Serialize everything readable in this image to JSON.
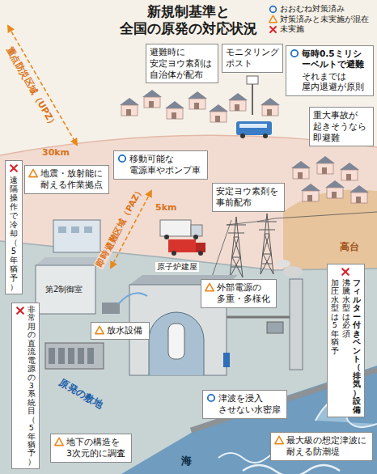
{
  "diagram": {
    "title": "新規制基準と 全国の原発の対応状況",
    "nodes": [
      {
        "text": [
          "避難時に 安定ヨウ素剤は 自治体が配布"
        ]
      },
      {
        "text": [
          "モニタリング ポスト"
        ]
      },
      {
        "text": [
          "毎時0.5ミリシーベルトで避難",
          "それまでは 屋内退避が原則"
        ]
      },
      {
        "text": [
          "重大事故が 起きそうなら 即避難"
        ]
      },
      {
        "text": [
          "移動可能な 電源車やポンプ車"
        ]
      },
      {
        "text": [
          "安定ヨウ素剤を 事前配布"
        ]
      },
      {
        "text": [
          "遠隔操作で冷却（5年猶予）"
        ]
      },
      {
        "text": [
          "地震・放射能に 耐える作業拠点"
        ]
      },
      {
        "text": [
          "外部電源の 多重・多様化"
        ]
      },
      {
        "text": [
          "フィルター付きベント（排気）設備",
          "沸騰水型は必須",
          "加圧水型は5年猶予"
        ]
      },
      {
        "text": [
          "放水設備"
        ]
      },
      {
        "text": [
          "非常用の直流電源の3系統目（5年猶予）"
        ]
      },
      {
        "text": [
          "津波を浸入 させない水密扉"
        ]
      },
      {
        "text": [
          "地下の構造を 3次元的に調査"
        ]
      },
      {
        "text": [
          "最大級の想定津波に 耐える防潮堤"
        ]
      }
    ],
    "labels": [
      "重点防災区域（UPZ）",
      "30km",
      "即時避難区域（PAZ）",
      "5km",
      "高台",
      "第2制御室",
      "原子炉建屋",
      "原発の敷地",
      "海"
    ],
    "legend": [
      {
        "text": "おおむね対策済み"
      },
      {
        "text": "対策済みと未実施が混在"
      },
      {
        "text": "未実施"
      }
    ]
  }
}
